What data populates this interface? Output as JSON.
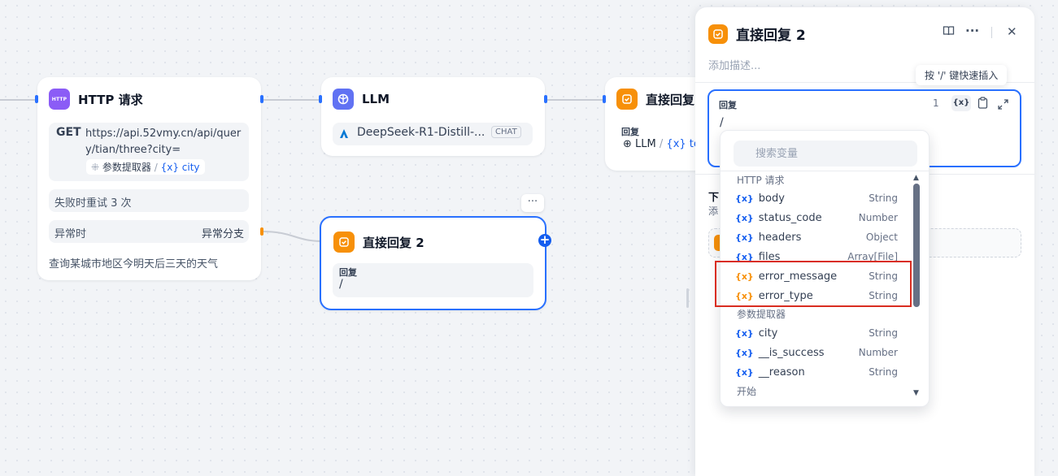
{
  "canvas": {
    "http_node": {
      "icon_label": "HTTP",
      "title": "HTTP 请求",
      "method": "GET",
      "url": "https://api.52vmy.cn/api/query/tian/three?city=",
      "param_source": "参数提取器",
      "param_separator": "/",
      "param_var": "{x} city",
      "retry_text": "失败时重试 3 次",
      "exception_label": "异常时",
      "exception_value": "异常分支",
      "description": "查询某城市地区今明天后三天的天气"
    },
    "llm_node": {
      "title": "LLM",
      "model": "DeepSeek-R1-Distill-...",
      "mode_badge": "CHAT"
    },
    "answer_node_1": {
      "title": "直接回复",
      "field_label": "回复",
      "source_text": "LLM",
      "separator": "/",
      "var_text": "{x} te"
    },
    "answer_node_2": {
      "more": "···",
      "title": "直接回复 2",
      "field_label": "回复",
      "value": "/",
      "add": "+"
    }
  },
  "panel": {
    "title": "直接回复 2",
    "description_placeholder": "添加描述...",
    "tooltip": "按 '/' 键快速插入",
    "editor": {
      "label": "回复",
      "count": "1",
      "var_button": "{x}",
      "value": "/"
    },
    "next_step": {
      "title": "下",
      "sub": "添"
    },
    "dropdown": {
      "search_placeholder": "搜索变量",
      "groups": [
        {
          "name": "HTTP 请求",
          "vars": [
            {
              "name": "body",
              "type": "String",
              "icon": "{x}"
            },
            {
              "name": "status_code",
              "type": "Number",
              "icon": "{x}"
            },
            {
              "name": "headers",
              "type": "Object",
              "icon": "{x}"
            },
            {
              "name": "files",
              "type": "Array[File]",
              "icon": "{x}"
            },
            {
              "name": "error_message",
              "type": "String",
              "icon": "{x}"
            },
            {
              "name": "error_type",
              "type": "String",
              "icon": "{x}"
            }
          ]
        },
        {
          "name": "参数提取器",
          "vars": [
            {
              "name": "city",
              "type": "String",
              "icon": "{x}"
            },
            {
              "name": "__is_success",
              "type": "Number",
              "icon": "{x}"
            },
            {
              "name": "__reason",
              "type": "String",
              "icon": "{x}"
            }
          ]
        },
        {
          "name": "开始",
          "vars": []
        }
      ]
    }
  },
  "colors": {
    "accent": "#2970ff",
    "var_blue": "#155eef",
    "var_orange": "#f79009",
    "highlight": "#d92d20"
  }
}
